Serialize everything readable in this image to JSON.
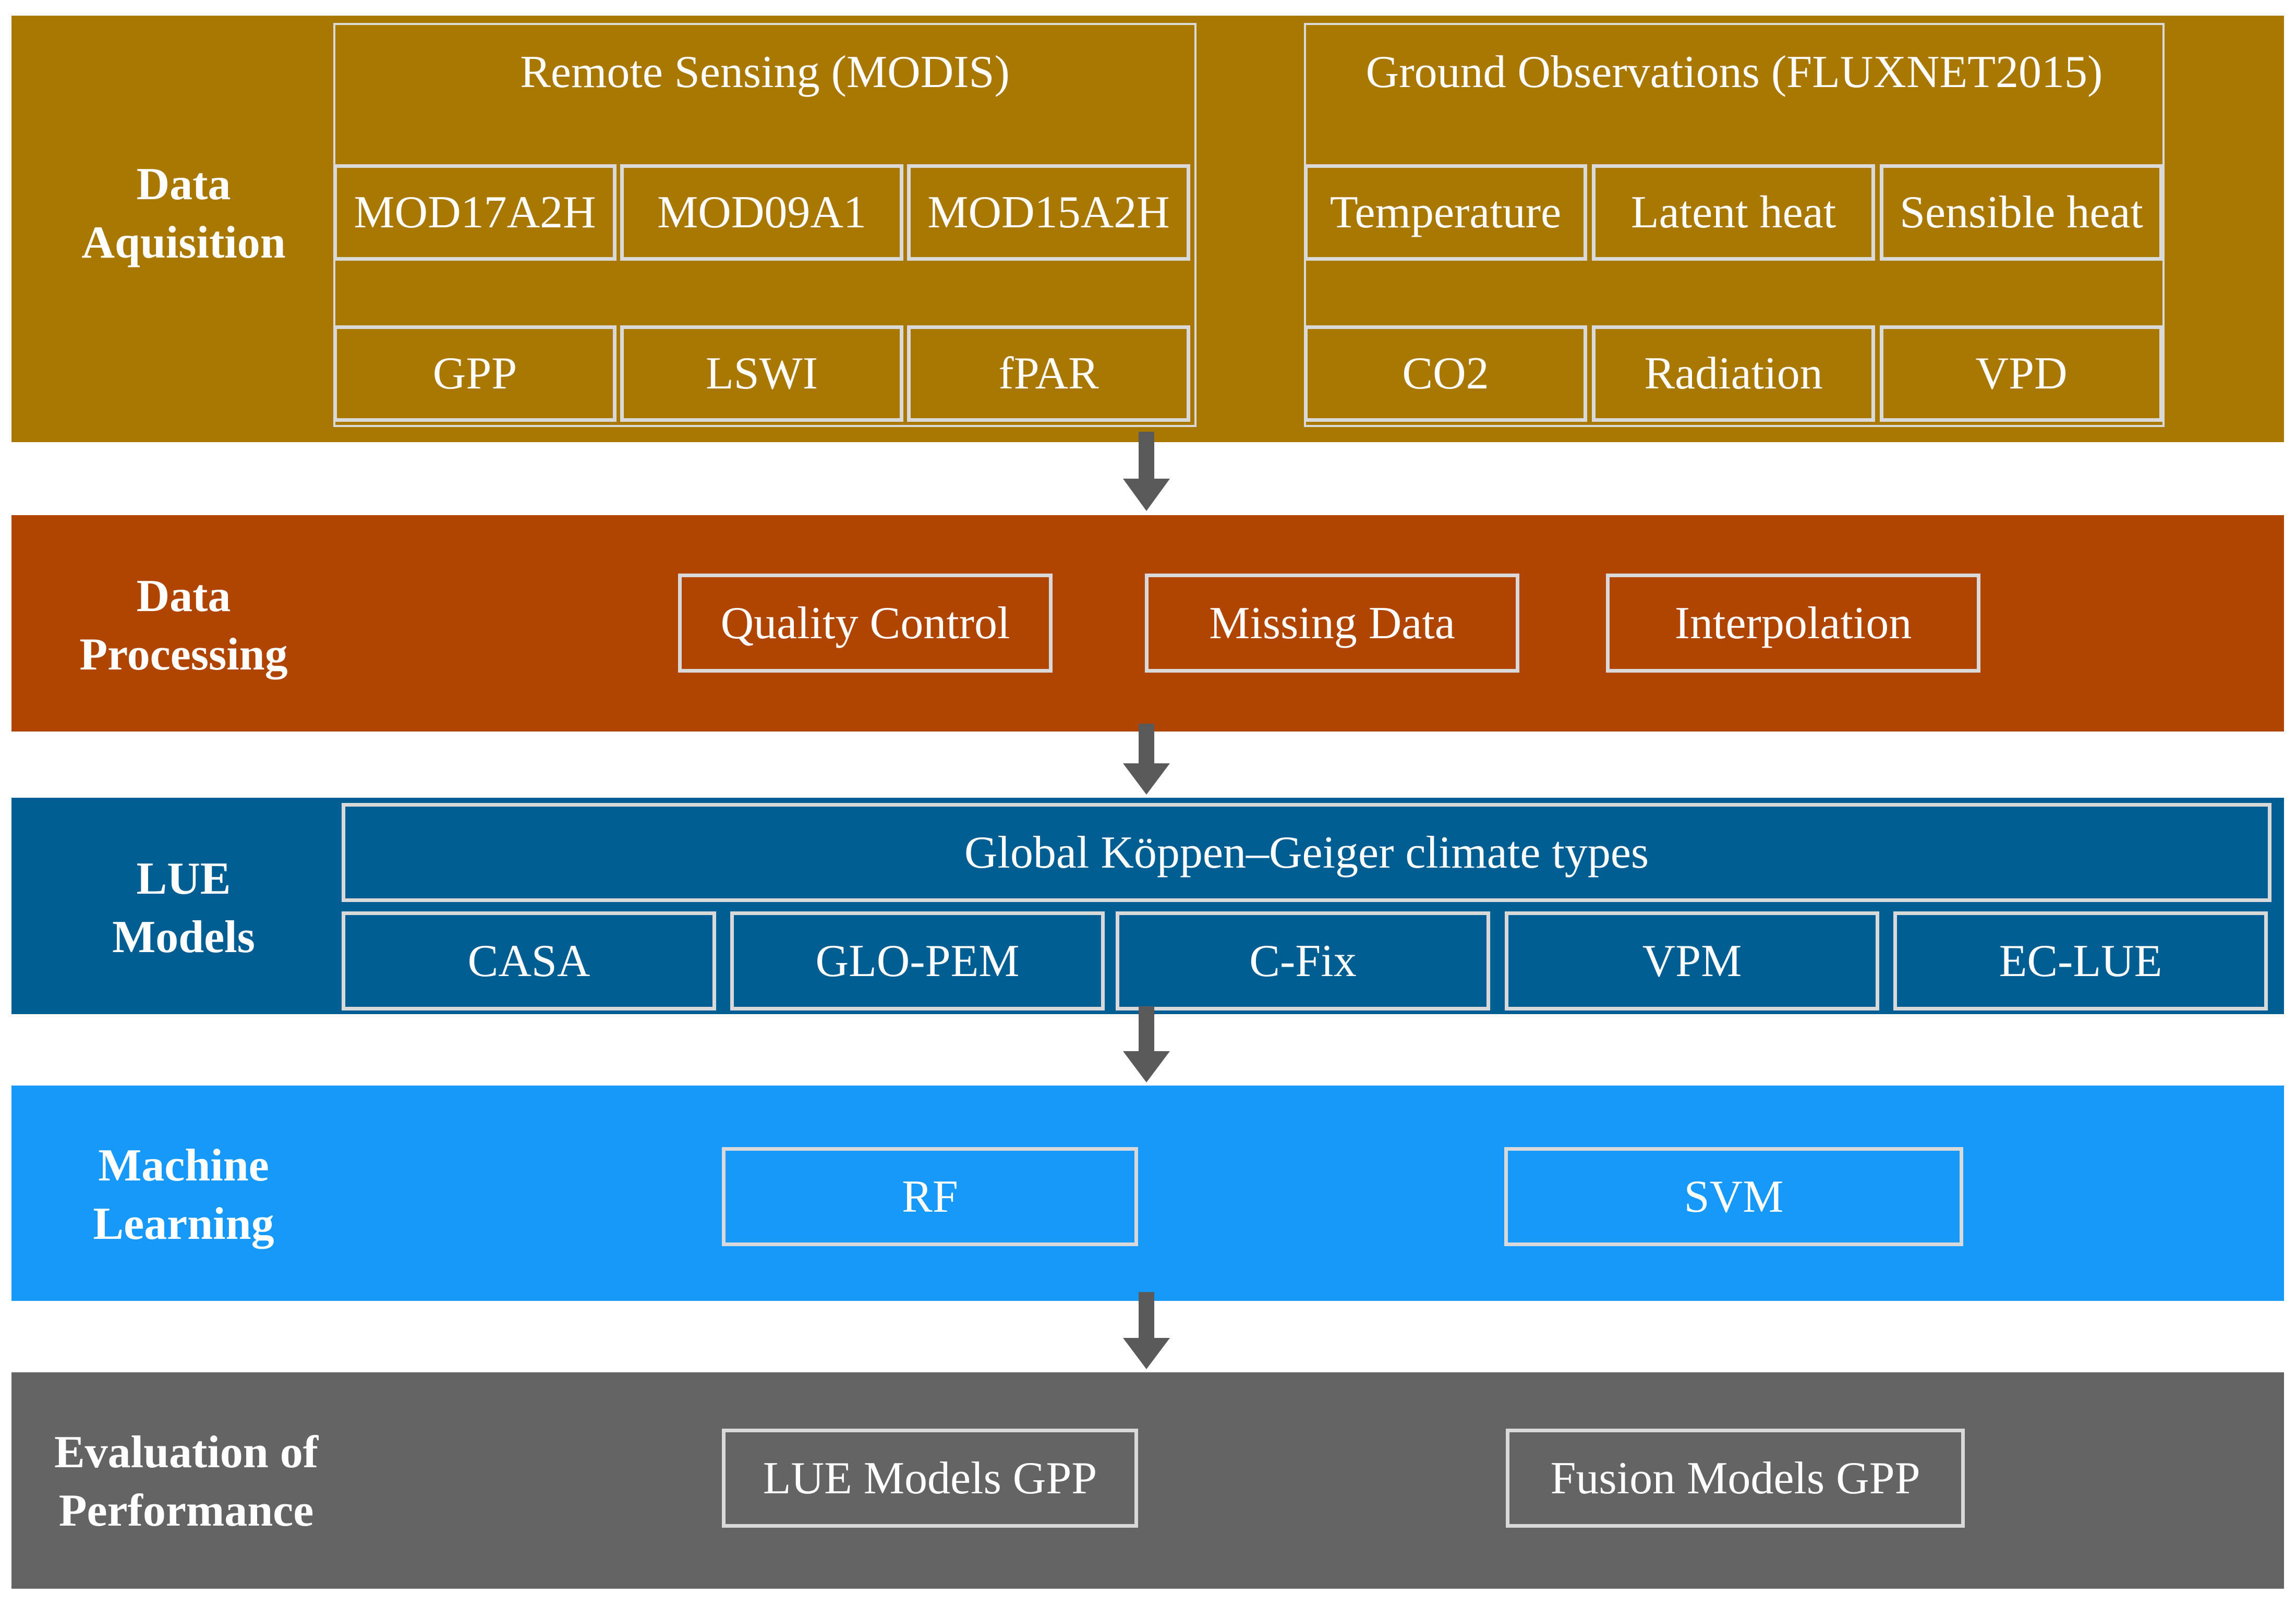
{
  "colors": {
    "acquisition": "#a87803",
    "processing": "#b04401",
    "lue": "#005e93",
    "machine_learning": "#1799f9",
    "evaluation": "#646464",
    "box_border": "#d9d9d9",
    "arrow": "#5a5a5a"
  },
  "acquisition": {
    "title": "Data\nAquisition",
    "remote_sensing": {
      "title": "Remote Sensing (MODIS)",
      "products": [
        "MOD17A2H",
        "MOD09A1",
        "MOD15A2H"
      ],
      "variables": [
        "GPP",
        "LSWI",
        "fPAR"
      ]
    },
    "ground": {
      "title": "Ground Observations (FLUXNET2015)",
      "row1": [
        "Temperature",
        "Latent heat",
        "Sensible heat"
      ],
      "row2": [
        "CO2",
        "Radiation",
        "VPD"
      ]
    }
  },
  "processing": {
    "title": "Data\nProcessing",
    "steps": [
      "Quality Control",
      "Missing Data",
      "Interpolation"
    ]
  },
  "lue": {
    "title": "LUE\nModels",
    "climate": "Global Köppen–Geiger climate types",
    "models": [
      "CASA",
      "GLO-PEM",
      "C-Fix",
      "VPM",
      "EC-LUE"
    ]
  },
  "machine_learning": {
    "title": "Machine\nLearning",
    "methods": [
      "RF",
      "SVM"
    ]
  },
  "evaluation": {
    "title": "Evaluation of\nPerformance",
    "outputs": [
      "LUE Models GPP",
      "Fusion Models GPP"
    ]
  }
}
